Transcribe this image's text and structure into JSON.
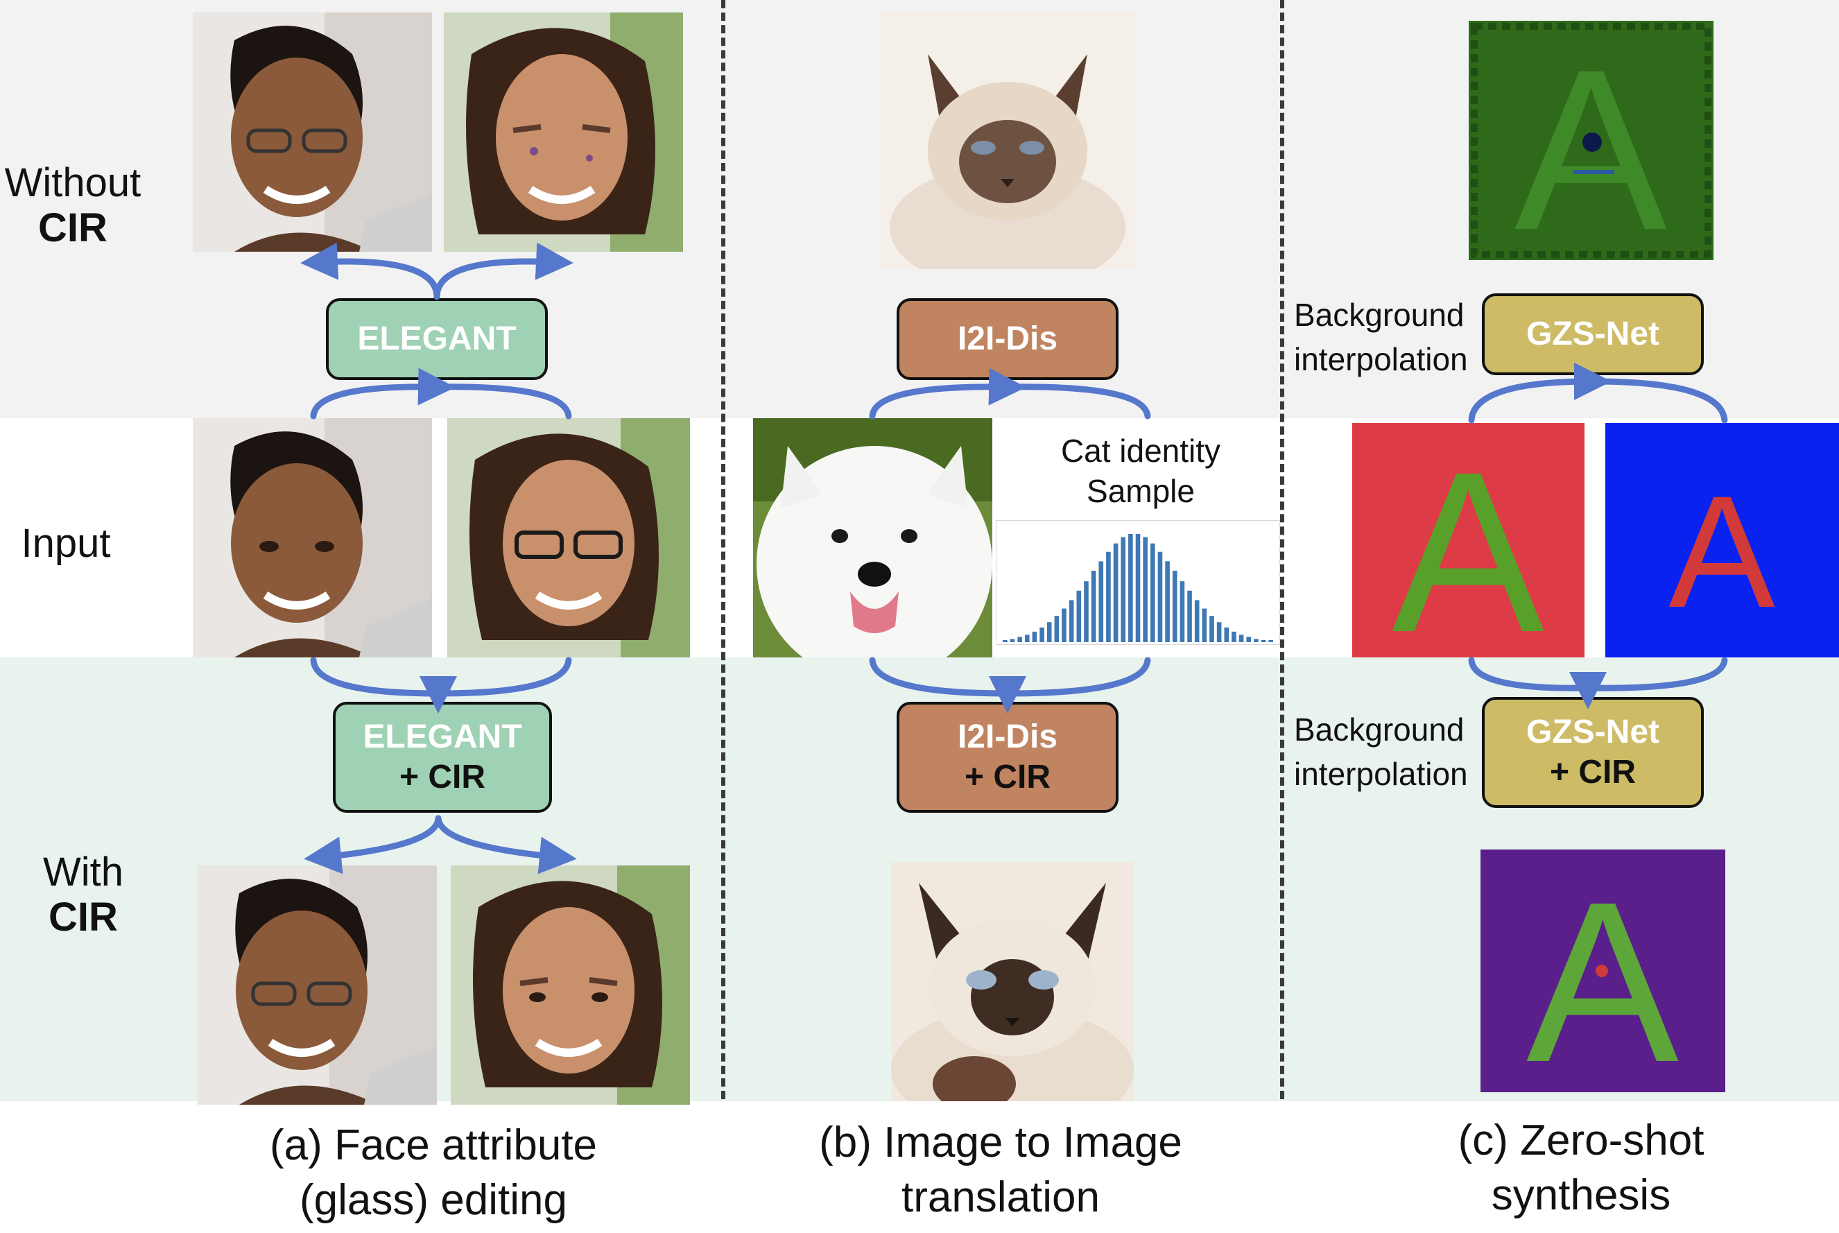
{
  "rows": {
    "without": {
      "line1": "Without",
      "line2": "CIR"
    },
    "input": {
      "line1": "Input"
    },
    "with": {
      "line1": "With",
      "line2": "CIR"
    }
  },
  "columns": {
    "a": {
      "box_top": {
        "line1": "ELEGANT"
      },
      "box_bottom": {
        "line1": "ELEGANT",
        "line2": "+ CIR"
      },
      "caption": {
        "line1": "(a)  Face attribute",
        "line2": "(glass) editing"
      }
    },
    "b": {
      "box_top": {
        "line1": "I2I-Dis"
      },
      "box_bottom": {
        "line1": "I2I-Dis",
        "line2": "+ CIR"
      },
      "sample_label": {
        "line1": "Cat identity",
        "line2": "Sample"
      },
      "caption": {
        "line1": "(b) Image to Image",
        "line2": "translation"
      }
    },
    "c": {
      "box_top": {
        "line1": "GZS-Net"
      },
      "box_bottom": {
        "line1": "GZS-Net",
        "line2": "+ CIR"
      },
      "side_top": {
        "line1": "Background",
        "line2": "interpolation"
      },
      "side_bottom": {
        "line1": "Background",
        "line2": "interpolation"
      },
      "caption": {
        "line1": "(c) Zero-shot",
        "line2": "synthesis"
      },
      "letter_glyph": "A"
    }
  },
  "histogram": {
    "values": [
      2,
      3,
      5,
      7,
      10,
      14,
      19,
      25,
      32,
      40,
      49,
      58,
      68,
      77,
      86,
      94,
      100,
      103,
      103,
      100,
      94,
      86,
      77,
      68,
      58,
      49,
      40,
      32,
      25,
      19,
      14,
      10,
      7,
      5,
      3,
      2,
      2
    ],
    "bar_color": "#3e78b5"
  },
  "colors": {
    "arrow": "#5577cc",
    "band_top": "#f2f2f2",
    "band_bottom": "#e9f3ee",
    "box_green": "#9fd1b4",
    "box_brown": "#c08460",
    "box_olive": "#cdbb66"
  }
}
